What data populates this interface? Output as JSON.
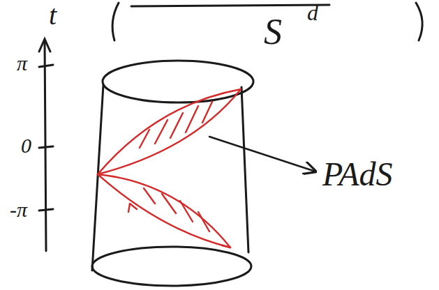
{
  "diagram": {
    "labels": [
      "t",
      "π",
      "0",
      "-π",
      "S",
      "d",
      "PAdS"
    ]
  }
}
